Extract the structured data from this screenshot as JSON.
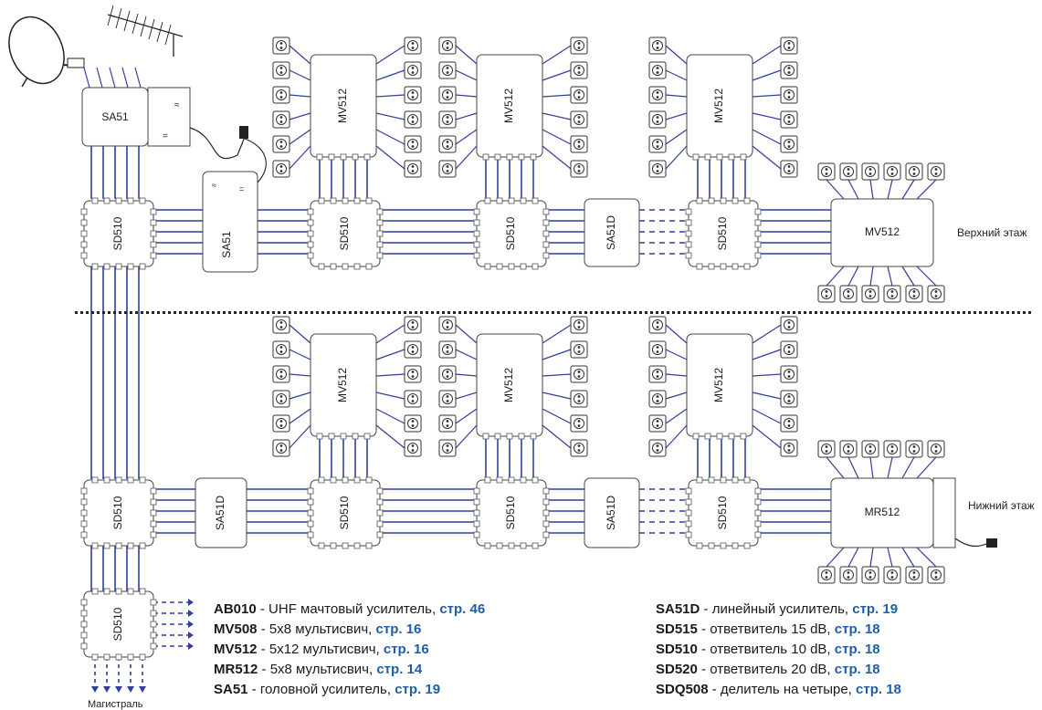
{
  "colors": {
    "cable": "#2f3f9c",
    "box_stroke": "#444444",
    "page_ref": "#1f5da8",
    "separator": "#222222"
  },
  "icons": [
    "satellite-dish-icon",
    "terrestrial-antenna-icon",
    "power-plug-icon",
    "tv-outlet-icon",
    "amplifier-symbol-icon"
  ],
  "diagram": {
    "head_amplifier": "SA51",
    "devices": {
      "sd510": "SD510",
      "sa51": "SA51",
      "sa51d": "SA51D",
      "mv512": "MV512",
      "mr512": "MR512"
    },
    "amp_symbols": {
      "wave": "≈",
      "dc": "="
    },
    "floors": {
      "upper": "Верхний этаж",
      "lower": "Нижний этаж"
    },
    "trunk_label": "Магистраль"
  },
  "legend": {
    "left": [
      {
        "code": "AB010",
        "desc": " - UHF мачтовый усилитель, ",
        "page": "стр. 46"
      },
      {
        "code": "MV508",
        "desc": " - 5х8 мультисвич, ",
        "page": "стр. 16"
      },
      {
        "code": "MV512",
        "desc": " - 5х12 мультисвич, ",
        "page": "стр. 16"
      },
      {
        "code": "MR512",
        "desc": " - 5х8 мультисвич, ",
        "page": "стр. 14"
      },
      {
        "code": "SA51",
        "desc": " - головной усилитель, ",
        "page": "стр. 19"
      }
    ],
    "right": [
      {
        "code": "SA51D",
        "desc": " - линейный усилитель, ",
        "page": "стр. 19"
      },
      {
        "code": "SD515",
        "desc": " - ответвитель 15 dB, ",
        "page": "стр. 18"
      },
      {
        "code": "SD510",
        "desc": " - ответвитель 10 dB, ",
        "page": "стр. 18"
      },
      {
        "code": "SD520",
        "desc": " - ответвитель 20 dB, ",
        "page": "стр. 18"
      },
      {
        "code": "SDQ508",
        "desc": " - делитель на четыре, ",
        "page": "стр. 18"
      }
    ]
  }
}
